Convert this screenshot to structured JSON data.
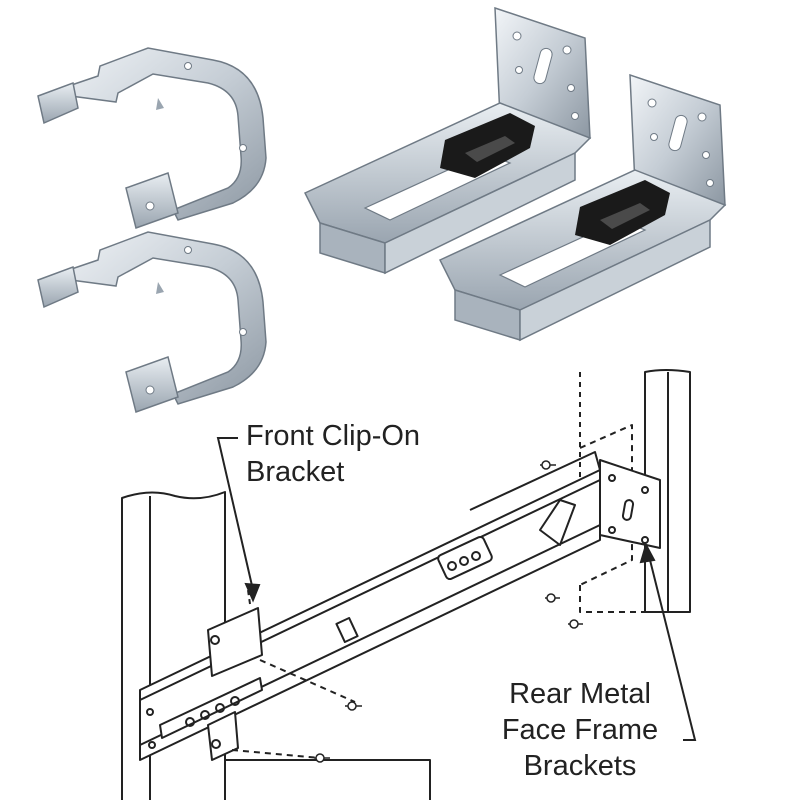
{
  "labels": {
    "front_bracket": [
      "Front Clip-On",
      "Bracket"
    ],
    "rear_brackets": [
      "Rear Metal",
      "Face Frame",
      "Brackets"
    ]
  },
  "parts": {
    "front_clip_on_brackets": 2,
    "rear_metal_face_frame_brackets": 2
  },
  "colors": {
    "metal_light": "#e4e9ee",
    "metal_mid": "#b7c0c9",
    "metal_dark": "#7f8a95",
    "plastic_black": "#1a1a1a",
    "line_art": "#222222",
    "background": "#ffffff"
  }
}
